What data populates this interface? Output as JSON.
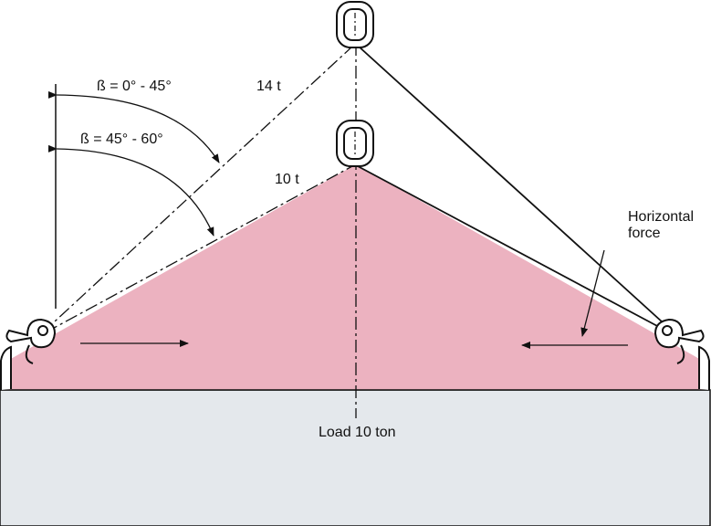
{
  "labels": {
    "angle_range_1": "ß = 0° - 45°",
    "angle_range_2": "ß = 45° - 60°",
    "sling_force_high": "14 t",
    "sling_force_low": "10 t",
    "horizontal_force_line1": "Horizontal",
    "horizontal_force_line2": "force",
    "load": "Load 10 ton"
  },
  "colors": {
    "triangle_fill": "#ecb2c0",
    "load_block_fill": "#e4e8ec",
    "line": "#111111"
  }
}
